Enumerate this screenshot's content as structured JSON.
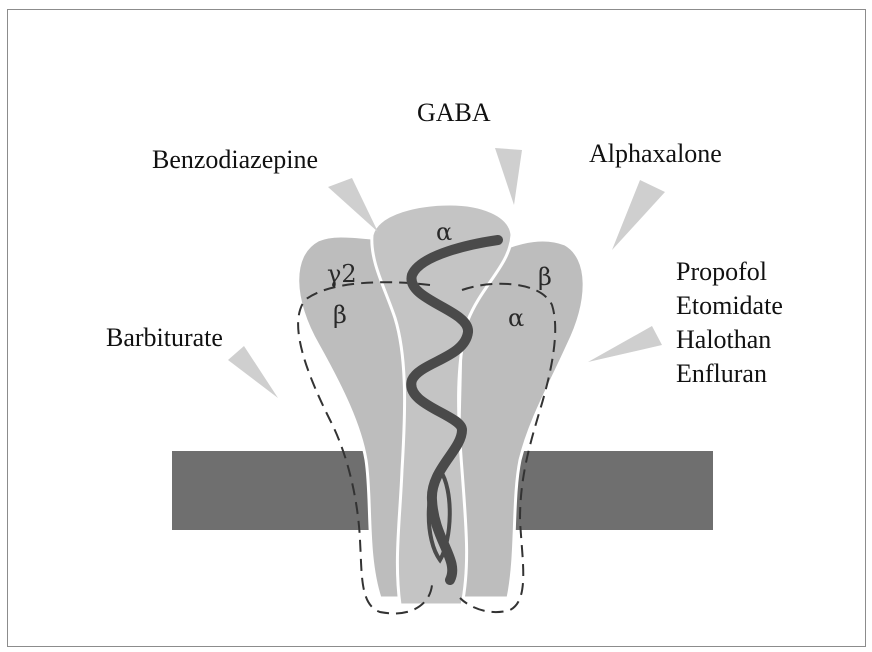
{
  "labels": {
    "gaba": "GABA",
    "benzodiazepine": "Benzodiazepine",
    "alphaxalone": "Alphaxalone",
    "barbiturate": "Barbiturate",
    "propofol": "Propofol",
    "etomidate": "Etomidate",
    "halothan": "Halothan",
    "enfluran": "Enfluran"
  },
  "subunits": {
    "gamma2": "γ2",
    "beta_left": "β",
    "alpha_center": "α",
    "beta_right": "β",
    "alpha_right": "α"
  },
  "colors": {
    "subunit_fill": "#bdbdbd",
    "membrane": "#6f6f6f",
    "helix": "#4a4a4a",
    "pointer": "#cfcfcf",
    "outline": "#ffffff"
  }
}
